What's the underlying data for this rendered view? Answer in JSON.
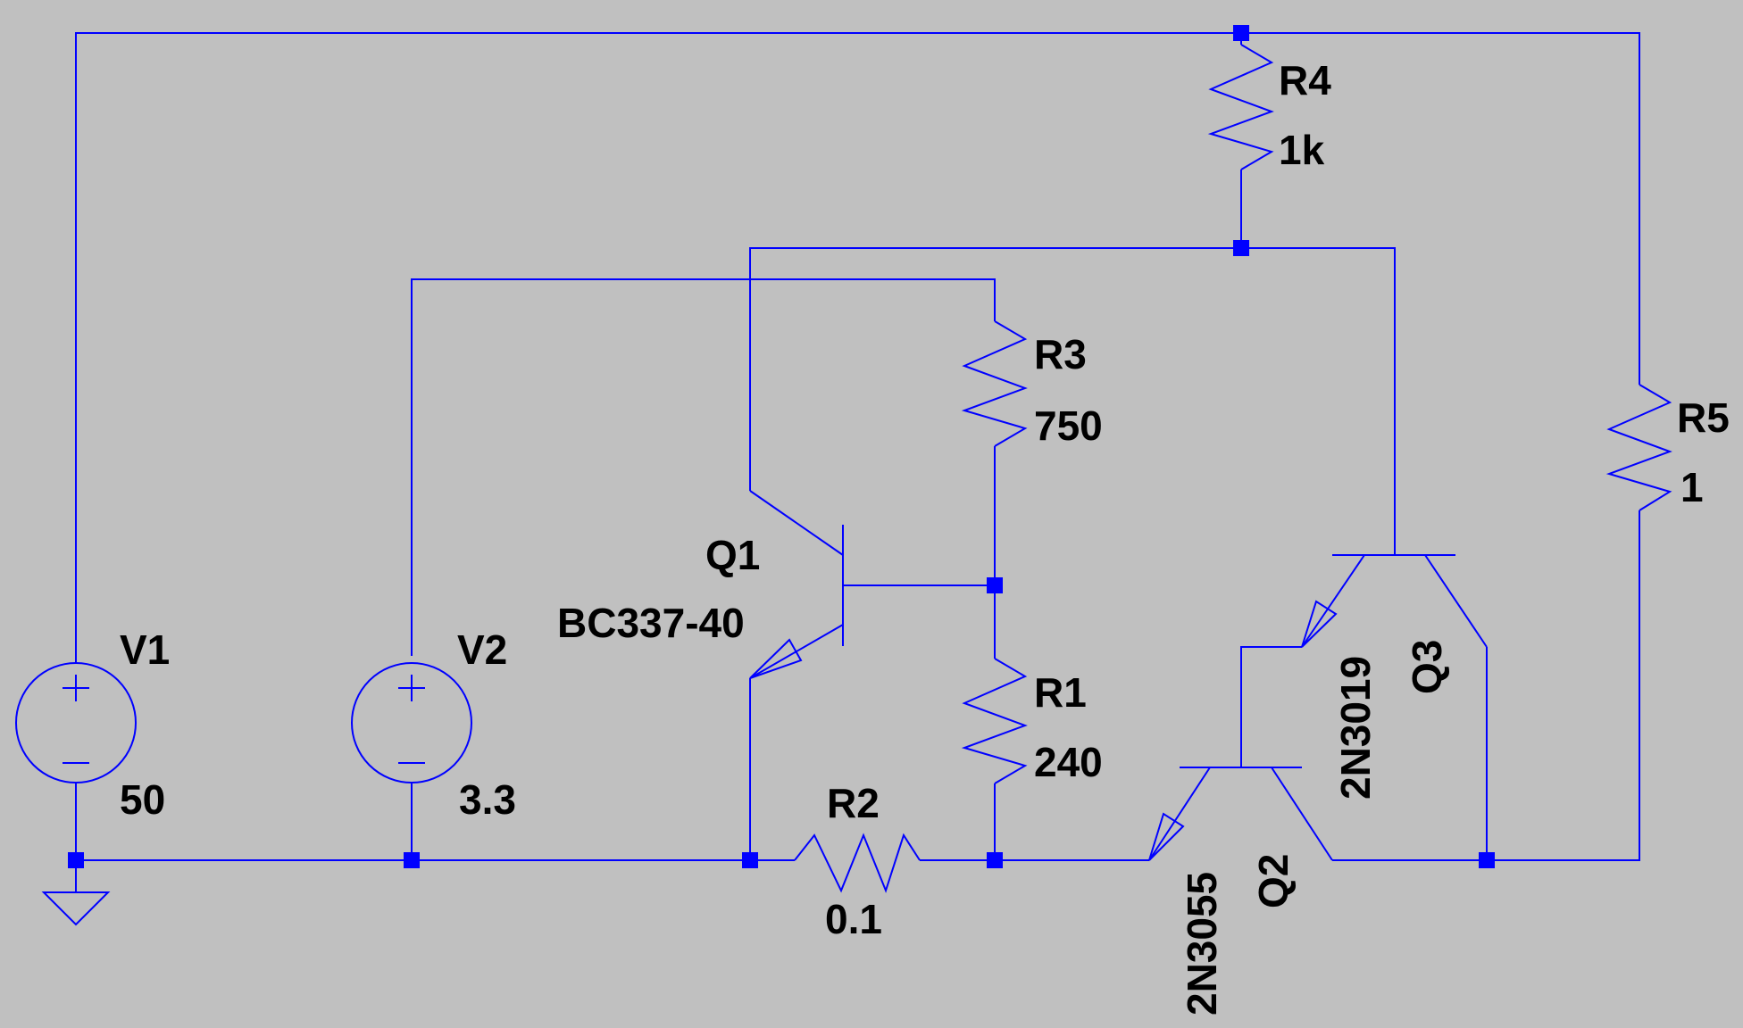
{
  "components": {
    "V1": {
      "name": "V1",
      "value": "50"
    },
    "V2": {
      "name": "V2",
      "value": "3.3"
    },
    "R1": {
      "name": "R1",
      "value": "240"
    },
    "R2": {
      "name": "R2",
      "value": "0.1"
    },
    "R3": {
      "name": "R3",
      "value": "750"
    },
    "R4": {
      "name": "R4",
      "value": "1k"
    },
    "R5": {
      "name": "R5",
      "value": "1"
    },
    "Q1": {
      "name": "Q1",
      "model": "BC337-40"
    },
    "Q2": {
      "name": "Q2",
      "model": "2N3055"
    },
    "Q3": {
      "name": "Q3",
      "model": "2N3019"
    }
  },
  "colors": {
    "background": "#C0C0C0",
    "wire": "#0000FF",
    "text": "#000000"
  }
}
